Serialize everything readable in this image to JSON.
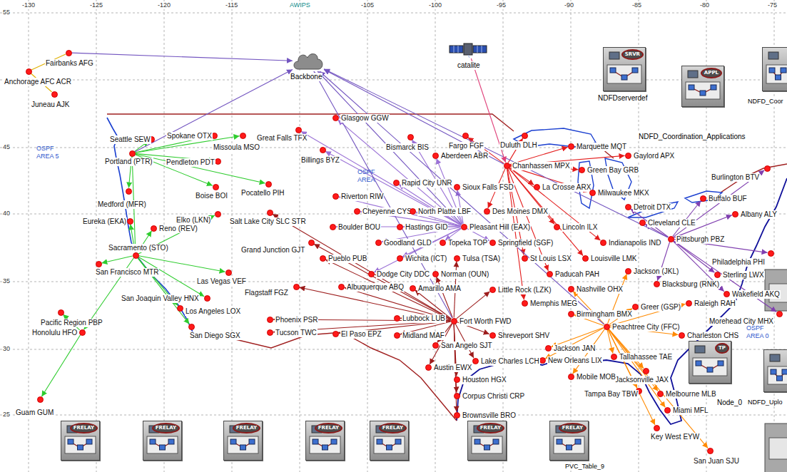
{
  "diagram": {
    "nodes": [
      {
        "text": [
          "Backbone"
        ]
      },
      {
        "text": [
          "catalite"
        ]
      },
      {
        "text": [
          "SRVR",
          "NDFDserverdef"
        ]
      },
      {
        "text": [
          "APPL",
          "NDFD_Coordination_Applications"
        ]
      },
      {
        "text": [
          "NDFD_Coor"
        ]
      },
      {
        "text": [
          "TP",
          "Node_0"
        ]
      },
      {
        "text": [
          "NDFD_Uplo"
        ]
      },
      {
        "text": [
          "FRELAY"
        ]
      },
      {
        "text": [
          "FRELAY"
        ]
      },
      {
        "text": [
          "FRELAY"
        ]
      },
      {
        "text": [
          "FRELAY"
        ]
      },
      {
        "text": [
          "FRELAY"
        ]
      },
      {
        "text": [
          "FRELAY"
        ]
      },
      {
        "text": [
          "FRELAY",
          "PVC_Table_9"
        ]
      },
      {
        "text": [
          "Fairbanks AFG"
        ]
      },
      {
        "text": [
          "Anchorage AFC ACR"
        ]
      },
      {
        "text": [
          "Juneau AJK"
        ]
      },
      {
        "text": [
          "Seattle SEW"
        ]
      },
      {
        "text": [
          "Spokane OTX"
        ]
      },
      {
        "text": [
          "Portland (PTR)"
        ]
      },
      {
        "text": [
          "Pendleton PDT"
        ]
      },
      {
        "text": [
          "Missoula MSO"
        ]
      },
      {
        "text": [
          "Great Falls TFX"
        ]
      },
      {
        "text": [
          "Glasgow GGW"
        ]
      },
      {
        "text": [
          "Billings BYZ"
        ]
      },
      {
        "text": [
          "Boise BOI"
        ]
      },
      {
        "text": [
          "Pocatello PIH"
        ]
      },
      {
        "text": [
          "Medford (MFR)"
        ]
      },
      {
        "text": [
          "Riverton RIW"
        ]
      },
      {
        "text": [
          "Rapid City UNR"
        ]
      },
      {
        "text": [
          "Bismarck BIS"
        ]
      },
      {
        "text": [
          "Fargo FGF"
        ]
      },
      {
        "text": [
          "Aberdeen ABR"
        ]
      },
      {
        "text": [
          "Sioux Falls FSD"
        ]
      },
      {
        "text": [
          "Duluth DLH"
        ]
      },
      {
        "text": [
          "Marquette MQT"
        ]
      },
      {
        "text": [
          "Chanhassen MPX"
        ]
      },
      {
        "text": [
          "Green Bay GRB"
        ]
      },
      {
        "text": [
          "Gaylord APX"
        ]
      },
      {
        "text": [
          "La Crosse ARX"
        ]
      },
      {
        "text": [
          "Milwaukee MKX"
        ]
      },
      {
        "text": [
          "Burlington BTV"
        ]
      },
      {
        "text": [
          "Buffalo BUF"
        ]
      },
      {
        "text": [
          "Albany ALY"
        ]
      },
      {
        "text": [
          "Eureka (EKA)"
        ]
      },
      {
        "text": [
          "Elko (LKN)"
        ]
      },
      {
        "text": [
          "Reno (REV)"
        ]
      },
      {
        "text": [
          "Salt Lake City SLC STR"
        ]
      },
      {
        "text": [
          "Cheyenne CYS"
        ]
      },
      {
        "text": [
          "North Platte LBF"
        ]
      },
      {
        "text": [
          "Des Moines DMX"
        ]
      },
      {
        "text": [
          "Detroit DTX"
        ]
      },
      {
        "text": [
          "Cleveland CLE"
        ]
      },
      {
        "text": [
          "Sacramento (STO)"
        ]
      },
      {
        "text": [
          "San Francisco MTR"
        ]
      },
      {
        "text": [
          "Boulder BOU"
        ]
      },
      {
        "text": [
          "Hastings GID"
        ]
      },
      {
        "text": [
          "Pleasant Hill (EAX)"
        ]
      },
      {
        "text": [
          "Lincoln ILX"
        ]
      },
      {
        "text": [
          "Indianapolis IND"
        ]
      },
      {
        "text": [
          "Pittsburgh PBZ"
        ]
      },
      {
        "text": [
          "Philadelphia PHI"
        ]
      },
      {
        "text": [
          "Grand Junction GJT"
        ]
      },
      {
        "text": [
          "Goodland GLD"
        ]
      },
      {
        "text": [
          "Topeka TOP"
        ]
      },
      {
        "text": [
          "Springfield (SGF)"
        ]
      },
      {
        "text": [
          "Pueblo PUB"
        ]
      },
      {
        "text": [
          "Wichita (ICT)"
        ]
      },
      {
        "text": [
          "Tulsa (TSA)"
        ]
      },
      {
        "text": [
          "St Louis LSX"
        ]
      },
      {
        "text": [
          "Louisville LMK"
        ]
      },
      {
        "text": [
          "Las Vegas VEF"
        ]
      },
      {
        "text": [
          "Dodge City DDC"
        ]
      },
      {
        "text": [
          "Norman (OUN)"
        ]
      },
      {
        "text": [
          "Paducah PAH"
        ]
      },
      {
        "text": [
          "Jackson (JKL)"
        ]
      },
      {
        "text": [
          "Sterling LWX"
        ]
      },
      {
        "text": [
          "Blacksburg (RNK)"
        ]
      },
      {
        "text": [
          "Flagstaff FGZ"
        ]
      },
      {
        "text": [
          "Albuquerque ABQ"
        ]
      },
      {
        "text": [
          "Amarillo AMA"
        ]
      },
      {
        "text": [
          "Little Rock (LZK)"
        ]
      },
      {
        "text": [
          "Nashville OHX"
        ]
      },
      {
        "text": [
          "Wakefield AKQ"
        ]
      },
      {
        "text": [
          "San Joaquin Valley HNX"
        ]
      },
      {
        "text": [
          "Memphis MEG"
        ]
      },
      {
        "text": [
          "Raleigh RAH"
        ]
      },
      {
        "text": [
          "Greer (GSP)"
        ]
      },
      {
        "text": [
          "Los Angeles LOX"
        ]
      },
      {
        "text": [
          "Pacific Region PBP"
        ]
      },
      {
        "text": [
          "Birmingham BMX"
        ]
      },
      {
        "text": [
          "Morehead City MHX"
        ]
      },
      {
        "text": [
          "Lubbock LUB"
        ]
      },
      {
        "text": [
          "Phoenix PSR"
        ]
      },
      {
        "text": [
          "Fort Worth FWD"
        ]
      },
      {
        "text": [
          "Peachtree City (FFC)"
        ]
      },
      {
        "text": [
          "San Diego SGX"
        ]
      },
      {
        "text": [
          "Honolulu HFO"
        ]
      },
      {
        "text": [
          "Tucson TWC"
        ]
      },
      {
        "text": [
          "El Paso EPZ"
        ]
      },
      {
        "text": [
          "Midland MAF"
        ]
      },
      {
        "text": [
          "Shreveport SHV"
        ]
      },
      {
        "text": [
          "Charleston CHS"
        ]
      },
      {
        "text": [
          "San Angelo SJT"
        ]
      },
      {
        "text": [
          "Jackson JAN"
        ]
      },
      {
        "text": [
          "Tallahassee TAE"
        ]
      },
      {
        "text": [
          "New Orleans LIX"
        ]
      },
      {
        "text": [
          "Lake Charles LCH"
        ]
      },
      {
        "text": [
          "Austin EWX"
        ]
      },
      {
        "text": [
          "Jacksonville JAX"
        ]
      },
      {
        "text": [
          "Mobile MOB"
        ]
      },
      {
        "text": [
          "Houston HGX"
        ]
      },
      {
        "text": [
          "Tampa Bay TBW"
        ]
      },
      {
        "text": [
          "Melbourne MLB"
        ]
      },
      {
        "text": [
          "Corpus Christi CRP"
        ]
      },
      {
        "text": [
          "Guam GUM"
        ]
      },
      {
        "text": [
          "Miami MFL"
        ]
      },
      {
        "text": [
          "Brownsville BRO"
        ]
      },
      {
        "text": [
          "Key West EYW"
        ]
      },
      {
        "text": [
          "San Juan SJU"
        ]
      }
    ],
    "edges": [
      {
        "from": 15,
        "to": 14,
        "arrow": "none"
      },
      {
        "from": 15,
        "to": 16,
        "arrow": "none"
      },
      {
        "from": 14,
        "to": 0,
        "arrow": "to"
      },
      {
        "from": 19,
        "to": 17,
        "arrow": "to"
      },
      {
        "from": 19,
        "to": 18,
        "arrow": "to"
      },
      {
        "from": 19,
        "to": 20,
        "arrow": "to"
      },
      {
        "from": 19,
        "to": 21,
        "arrow": "to"
      },
      {
        "from": 19,
        "to": 25,
        "arrow": "to"
      },
      {
        "from": 19,
        "to": 26,
        "arrow": "to"
      },
      {
        "from": 19,
        "to": 27,
        "arrow": "to"
      },
      {
        "from": 19,
        "to": 53,
        "arrow": "to"
      },
      {
        "from": 19,
        "to": 0,
        "arrow": "to"
      },
      {
        "from": 53,
        "to": 44,
        "arrow": "to"
      },
      {
        "from": 53,
        "to": 45,
        "arrow": "to"
      },
      {
        "from": 53,
        "to": 46,
        "arrow": "to"
      },
      {
        "from": 53,
        "to": 54,
        "arrow": "to"
      },
      {
        "from": 53,
        "to": 71,
        "arrow": "to"
      },
      {
        "from": 53,
        "to": 84,
        "arrow": "to"
      },
      {
        "from": 53,
        "to": 88,
        "arrow": "to"
      },
      {
        "from": 53,
        "to": 96,
        "arrow": "to"
      },
      {
        "from": 53,
        "to": 97,
        "arrow": "to"
      },
      {
        "from": 97,
        "to": 89,
        "arrow": "to"
      },
      {
        "from": 97,
        "to": 115,
        "arrow": "to"
      },
      {
        "from": 57,
        "to": 22,
        "arrow": "to"
      },
      {
        "from": 57,
        "to": 23,
        "arrow": "to"
      },
      {
        "from": 57,
        "to": 24,
        "arrow": "to"
      },
      {
        "from": 57,
        "to": 28,
        "arrow": "to"
      },
      {
        "from": 57,
        "to": 29,
        "arrow": "to"
      },
      {
        "from": 57,
        "to": 30,
        "arrow": "to"
      },
      {
        "from": 57,
        "to": 32,
        "arrow": "to"
      },
      {
        "from": 57,
        "to": 33,
        "arrow": "to"
      },
      {
        "from": 57,
        "to": 48,
        "arrow": "to"
      },
      {
        "from": 57,
        "to": 49,
        "arrow": "to"
      },
      {
        "from": 57,
        "to": 55,
        "arrow": "to"
      },
      {
        "from": 57,
        "to": 56,
        "arrow": "to"
      },
      {
        "from": 57,
        "to": 63,
        "arrow": "to"
      },
      {
        "from": 57,
        "to": 64,
        "arrow": "to"
      },
      {
        "from": 57,
        "to": 65,
        "arrow": "to"
      },
      {
        "from": 57,
        "to": 67,
        "arrow": "to"
      },
      {
        "from": 57,
        "to": 72,
        "arrow": "to"
      },
      {
        "from": 57,
        "to": 0,
        "arrow": "to"
      },
      {
        "from": 94,
        "to": 47,
        "arrow": "to"
      },
      {
        "from": 94,
        "to": 62,
        "arrow": "to"
      },
      {
        "from": 94,
        "to": 66,
        "arrow": "to"
      },
      {
        "from": 94,
        "to": 68,
        "arrow": "to"
      },
      {
        "from": 94,
        "to": 73,
        "arrow": "to"
      },
      {
        "from": 94,
        "to": 78,
        "arrow": "to"
      },
      {
        "from": 94,
        "to": 79,
        "arrow": "to"
      },
      {
        "from": 94,
        "to": 80,
        "arrow": "to"
      },
      {
        "from": 94,
        "to": 81,
        "arrow": "to"
      },
      {
        "from": 94,
        "to": 92,
        "arrow": "to"
      },
      {
        "from": 94,
        "to": 93,
        "arrow": "to"
      },
      {
        "from": 94,
        "to": 98,
        "arrow": "to"
      },
      {
        "from": 94,
        "to": 99,
        "arrow": "to"
      },
      {
        "from": 94,
        "to": 100,
        "arrow": "to"
      },
      {
        "from": 94,
        "to": 101,
        "arrow": "to"
      },
      {
        "from": 94,
        "to": 103,
        "arrow": "to"
      },
      {
        "from": 94,
        "to": 107,
        "arrow": "to"
      },
      {
        "from": 94,
        "to": 108,
        "arrow": "to"
      },
      {
        "from": 94,
        "to": 111,
        "arrow": "to"
      },
      {
        "from": 94,
        "to": 114,
        "arrow": "to"
      },
      {
        "from": 94,
        "to": 117,
        "arrow": "to"
      },
      {
        "from": 94,
        "to": 0,
        "arrow": "to"
      },
      {
        "from": 36,
        "to": 31,
        "arrow": "to"
      },
      {
        "from": 36,
        "to": 34,
        "arrow": "to"
      },
      {
        "from": 36,
        "to": 35,
        "arrow": "to"
      },
      {
        "from": 36,
        "to": 37,
        "arrow": "to"
      },
      {
        "from": 36,
        "to": 38,
        "arrow": "to"
      },
      {
        "from": 36,
        "to": 39,
        "arrow": "to"
      },
      {
        "from": 36,
        "to": 40,
        "arrow": "to"
      },
      {
        "from": 36,
        "to": 50,
        "arrow": "to"
      },
      {
        "from": 36,
        "to": 58,
        "arrow": "to"
      },
      {
        "from": 36,
        "to": 59,
        "arrow": "to"
      },
      {
        "from": 36,
        "to": 69,
        "arrow": "to"
      },
      {
        "from": 36,
        "to": 70,
        "arrow": "to"
      },
      {
        "from": 36,
        "to": 74,
        "arrow": "to"
      },
      {
        "from": 36,
        "to": 85,
        "arrow": "to"
      },
      {
        "from": 36,
        "to": 0,
        "arrow": "to"
      },
      {
        "from": 95,
        "to": 75,
        "arrow": "to"
      },
      {
        "from": 95,
        "to": 82,
        "arrow": "to"
      },
      {
        "from": 95,
        "to": 86,
        "arrow": "to"
      },
      {
        "from": 95,
        "to": 87,
        "arrow": "to"
      },
      {
        "from": 95,
        "to": 90,
        "arrow": "to"
      },
      {
        "from": 95,
        "to": 102,
        "arrow": "to"
      },
      {
        "from": 95,
        "to": 104,
        "arrow": "to"
      },
      {
        "from": 95,
        "to": 105,
        "arrow": "to"
      },
      {
        "from": 95,
        "to": 106,
        "arrow": "to"
      },
      {
        "from": 95,
        "to": 109,
        "arrow": "to"
      },
      {
        "from": 95,
        "to": 110,
        "arrow": "to"
      },
      {
        "from": 95,
        "to": 112,
        "arrow": "to"
      },
      {
        "from": 95,
        "to": 113,
        "arrow": "to"
      },
      {
        "from": 95,
        "to": 116,
        "arrow": "to"
      },
      {
        "from": 95,
        "to": 118,
        "arrow": "to"
      },
      {
        "from": 95,
        "to": 119,
        "arrow": "to"
      },
      {
        "from": 95,
        "to": 0,
        "arrow": "to"
      },
      {
        "from": 60,
        "to": 41,
        "arrow": "to"
      },
      {
        "from": 60,
        "to": 42,
        "arrow": "to"
      },
      {
        "from": 60,
        "to": 43,
        "arrow": "to"
      },
      {
        "from": 60,
        "to": 51,
        "arrow": "to"
      },
      {
        "from": 60,
        "to": 52,
        "arrow": "to"
      },
      {
        "from": 60,
        "to": 61,
        "arrow": "to"
      },
      {
        "from": 60,
        "to": 76,
        "arrow": "to"
      },
      {
        "from": 60,
        "to": 77,
        "arrow": "to"
      },
      {
        "from": 60,
        "to": 83,
        "arrow": "to"
      },
      {
        "from": 60,
        "to": 91,
        "arrow": "to"
      },
      {
        "from": 60,
        "to": 0,
        "arrow": "to"
      },
      {
        "from": 1,
        "to": 36,
        "arrow": "to"
      }
    ],
    "labels": [
      "-130",
      "-125",
      "-120",
      "-115",
      "AWIPS",
      "-105",
      "-100",
      "-95",
      "-90",
      "-85",
      "-80",
      "-75",
      "55",
      "45",
      "40",
      "35",
      "30",
      "25",
      "OSPF AREA 5",
      "OSPF AREA",
      "OSPF AREA 0"
    ]
  }
}
